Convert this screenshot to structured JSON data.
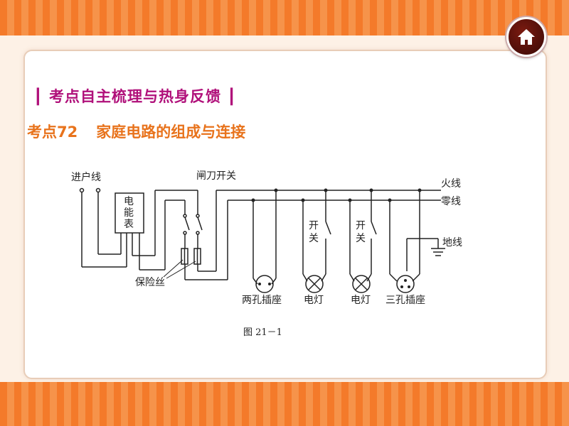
{
  "header": {
    "home_icon": "home-icon"
  },
  "section": {
    "title": "考点自主梳理与热身反馈",
    "bar": "┃"
  },
  "topic": {
    "number": "考点72",
    "title": "家庭电路的组成与连接"
  },
  "diagram": {
    "caption": "图 21－1",
    "labels": {
      "service_line": "进户线",
      "meter_1": "电",
      "meter_2": "能",
      "meter_3": "表",
      "knife_switch": "闸刀开关",
      "live_wire": "火线",
      "neutral_wire": "零线",
      "fuse": "保险丝",
      "switch_1_top": "开",
      "switch_1_bottom": "关",
      "switch_2_top": "开",
      "switch_2_bottom": "关",
      "ground_wire": "地线",
      "two_pin_socket": "两孔插座",
      "lamp_1": "电灯",
      "lamp_2": "电灯",
      "three_pin_socket": "三孔插座"
    }
  },
  "colors": {
    "section": "#b0107a",
    "topic": "#e8731c",
    "frame": "#f47a2a"
  }
}
